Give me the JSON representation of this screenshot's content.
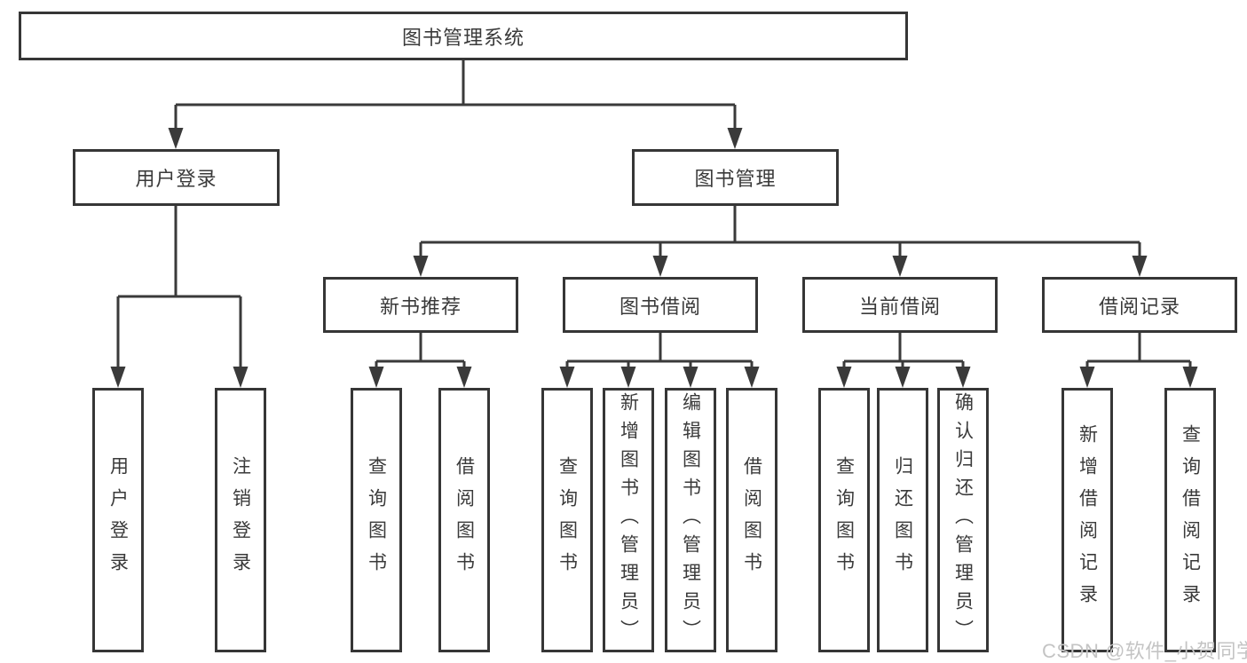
{
  "title": {
    "root": "图书管理系统"
  },
  "level2": {
    "user_login": "用户登录",
    "book_management": "图书管理"
  },
  "level3": {
    "new_book_recommend": "新书推荐",
    "book_borrow": "图书借阅",
    "current_borrow": "当前借阅",
    "borrow_records": "借阅记录"
  },
  "leaves": {
    "user_login_children": [
      "用户登录",
      "注销登录"
    ],
    "new_book_children": [
      "查询图书",
      "借阅图书"
    ],
    "book_borrow_children": [
      "查询图书",
      "新增图书（管理员）",
      "编辑图书（管理员）",
      "借阅图书"
    ],
    "current_borrow_children": [
      "查询图书",
      "归还图书",
      "确认归还（管理员）"
    ],
    "borrow_record_children": [
      "新增借阅记录",
      "查询借阅记录"
    ]
  },
  "watermark": "CSDN @软件_小贺同学",
  "colors": {
    "line": "#3a3a3a",
    "box_border": "#363636",
    "text": "#3a3a3a",
    "watermark": "#c4c4c4",
    "background": "#ffffff"
  }
}
